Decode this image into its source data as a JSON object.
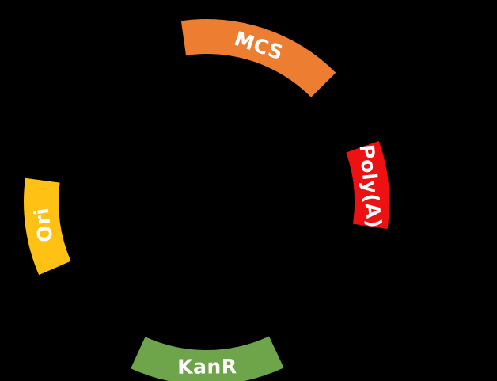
{
  "diagram": {
    "background_color": "#000000",
    "label_text_color": "#FFFFFF",
    "features": [
      {
        "label": "MCS",
        "color": "#ED7D31",
        "start_angle": -8,
        "end_angle": 45
      },
      {
        "label": "Poly(A)",
        "color": "#EE1111",
        "start_angle": 70.5,
        "end_angle": 98.5
      },
      {
        "label": "KanR",
        "color": "#6EA54B",
        "start_angle": 155,
        "end_angle": 204.5
      },
      {
        "label": "Ori",
        "color": "#FFC214",
        "start_angle": 246.5,
        "end_angle": 277.5
      }
    ]
  }
}
